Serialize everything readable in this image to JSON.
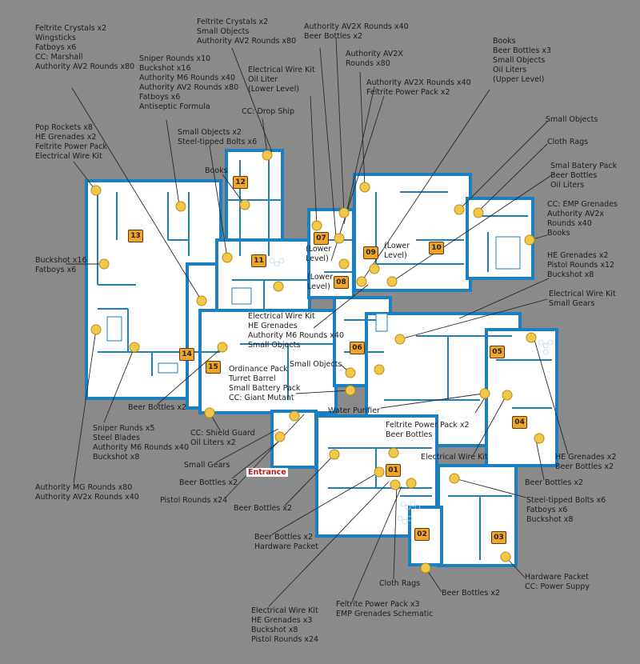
{
  "colors": {
    "background": "#8a8a8a",
    "wall": "#1c7fc0",
    "floor": "#ffffff",
    "item_marker": "#f2c84b",
    "room_badge": "#f0a52a",
    "entrance": "#c01818"
  },
  "rooms": [
    {
      "label": "01"
    },
    {
      "label": "02"
    },
    {
      "label": "03"
    },
    {
      "label": "04"
    },
    {
      "label": "05"
    },
    {
      "label": "06"
    },
    {
      "label": "07"
    },
    {
      "label": "08"
    },
    {
      "label": "09"
    },
    {
      "label": "10"
    },
    {
      "label": "11"
    },
    {
      "label": "12"
    },
    {
      "label": "13"
    },
    {
      "label": "14"
    },
    {
      "label": "15"
    }
  ],
  "floor_notes": [
    "(Lower\nLevel)",
    "(Lower\nLevel)",
    "(Lower\nLevel)"
  ],
  "entrance": "Entrance",
  "callouts": [
    "Feltrite Crystals x2\nWingsticks\nFatboys x6\nCC: Marshall\nAuthority AV2 Rounds x80",
    "Feltrite Crystals x2\nSmall Objects\nAuthority AV2 Rounds x80",
    "Authority AV2X Rounds x40\nBeer Bottles x2",
    "Authority AV2X\nRounds x80",
    "Authority AV2X Rounds x40\nFeltrite Power Pack x2",
    "Books\nBeer Bottles x3\nSmall Objects\nOil Liters\n(Upper Level)",
    "Sniper Rounds x10\nBuckshot x16\nAuthority M6 Rounds x40\nAuthority AV2 Rounds x80\nFatboys x6\nAntiseptic Formula",
    "Electrical Wire Kit\nOil Liter\n(Lower Level)",
    "CC: Drop Ship",
    "Small Objects x2\nSteel-tipped Bolts x6",
    "Pop Rockets x8\nHE Grenades x2\nFeltrite Power Pack\nElectrical Wire Kit",
    "Books",
    "Small Objects",
    "Cloth Rags",
    "Smal Batery Pack\nBeer Bottles\nOil Liters",
    "CC: EMP Grenades\nAuthority AV2x\nRounds x40\nBooks",
    "HE Grenades x2\nPistol Rounds x12\nBuckshot x8",
    "Buckshot x16\nFatboys x6",
    "Electrical Wire Kit\nSmall Gears",
    "Electrical Wire Kit\nHE Grenades\nAuthority M6 Rounds x40\nSmall Objects",
    "Small Objects",
    "Ordinance Pack\nTurret Barrel\nSmall Battery Pack\nCC: Giant Mutant",
    "Beer Bottles x2",
    "Water Purifier",
    "CC: Shield Guard\nOil Liters x2",
    "Feltrite Power Pack x2\nBeer Bottles",
    "Sniper Runds x5\nSteel Blades\nAuthority M6 Rounds x40\nBuckshot x8",
    "Small Gears",
    "Electrical Wire Kit",
    "Beer Bottles x2",
    "HE Grenades x2\nBeer Bottles x2",
    "Beer Bottles x2",
    "Authority MG Rounds x80\nAuthority AV2x Rounds x40",
    "Pistol Rounds x24",
    "Beer Bottles x2",
    "Steel-tipped Bolts x6\nFatboys x6\nBuckshot x8",
    "Beer Bottles x2\nHardware Packet",
    "Hardware Packet\nCC: Power Suppy",
    "Cloth Rags",
    "Beer Bottles x2",
    "Feltrite Power Pack x3\nEMP Grenades Schematic",
    "Electrical Wire Kit\nHE Grenades x3\nBuckshot x8\nPistol Rounds x24"
  ]
}
